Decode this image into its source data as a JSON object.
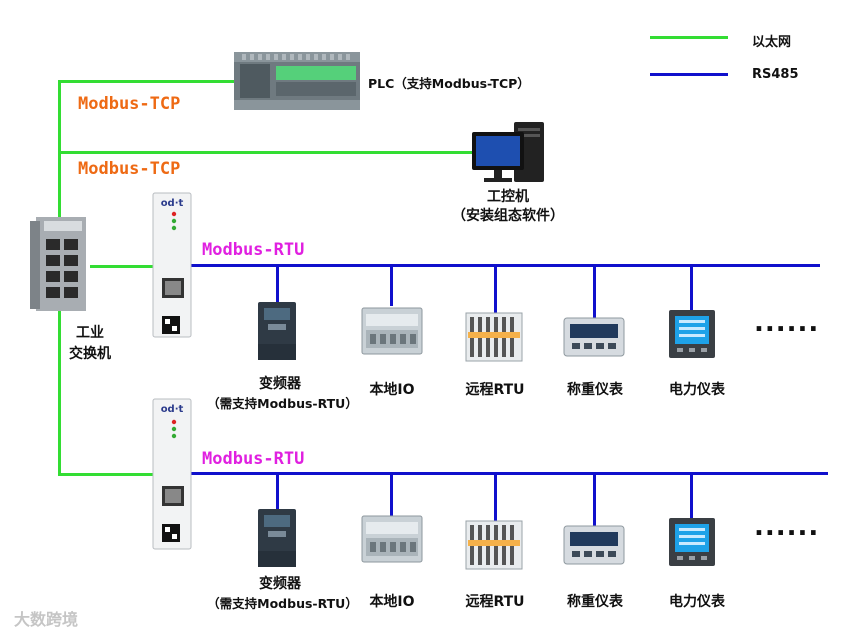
{
  "legend": {
    "ethernet": {
      "label": "以太网",
      "color": "#33dd33"
    },
    "rs485": {
      "label": "RS485",
      "color": "#1010cc"
    }
  },
  "devices": {
    "plc_label": "PLC（支持Modbus-TCP）",
    "ipc_label_line1": "工控机",
    "ipc_label_line2": "（安装组态软件）",
    "switch_label_line1": "工业",
    "switch_label_line2": "交换机",
    "gateway_brand": "od·t"
  },
  "protocols": {
    "tcp_1": "Modbus-TCP",
    "tcp_2": "Modbus-TCP",
    "rtu_1": "Modbus-RTU",
    "rtu_2": "Modbus-RTU"
  },
  "row1": {
    "vfd_line1": "变频器",
    "vfd_line2": "（需支持Modbus-RTU）",
    "local_io": "本地IO",
    "remote_rtu": "远程RTU",
    "scale": "称重仪表",
    "power_meter": "电力仪表",
    "more": "......"
  },
  "row2": {
    "vfd_line1": "变频器",
    "vfd_line2": "（需支持Modbus-RTU）",
    "local_io": "本地IO",
    "remote_rtu": "远程RTU",
    "scale": "称重仪表",
    "power_meter": "电力仪表",
    "more": "......"
  },
  "watermark": "大数跨境"
}
